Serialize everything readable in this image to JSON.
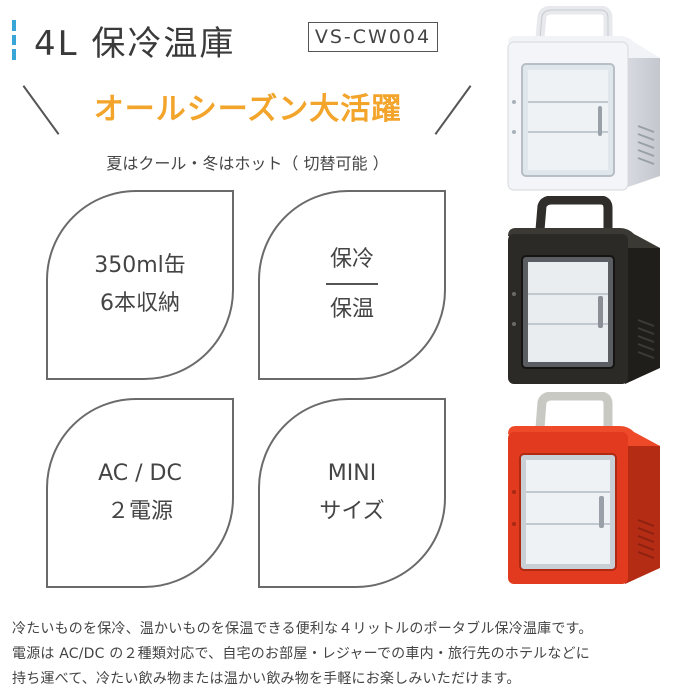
{
  "header": {
    "title": "4L 保冷温庫",
    "model": "VS-CW004",
    "accent_color": "#3aa6d8"
  },
  "tagline": {
    "text": "オールシーズン大活躍",
    "color": "#f3a42a"
  },
  "subtitle": "夏はクール・冬はホット（ 切替可能 ）",
  "features": [
    {
      "lines": [
        "350ml缶",
        "6本収納"
      ]
    },
    {
      "lines": [
        "保冷",
        "保温"
      ]
    },
    {
      "lines": [
        "AC / DC",
        "２電源"
      ]
    },
    {
      "lines": [
        "MINI",
        "サイズ"
      ]
    }
  ],
  "description": [
    "冷たいものを保冷、温かいものを保温できる便利な４リットルのポータブル保冷温庫です。",
    "電源は AC/DC の２種類対応で、自宅のお部屋・レジャーでの車内・旅行先のホテルなどに",
    "持ち運べて、冷たい飲み物または温かい飲み物を手軽にお楽しみいただけます。"
  ],
  "product_colors": {
    "white": "#eceef2",
    "black": "#2b2a26",
    "red": "#e23a1e"
  }
}
